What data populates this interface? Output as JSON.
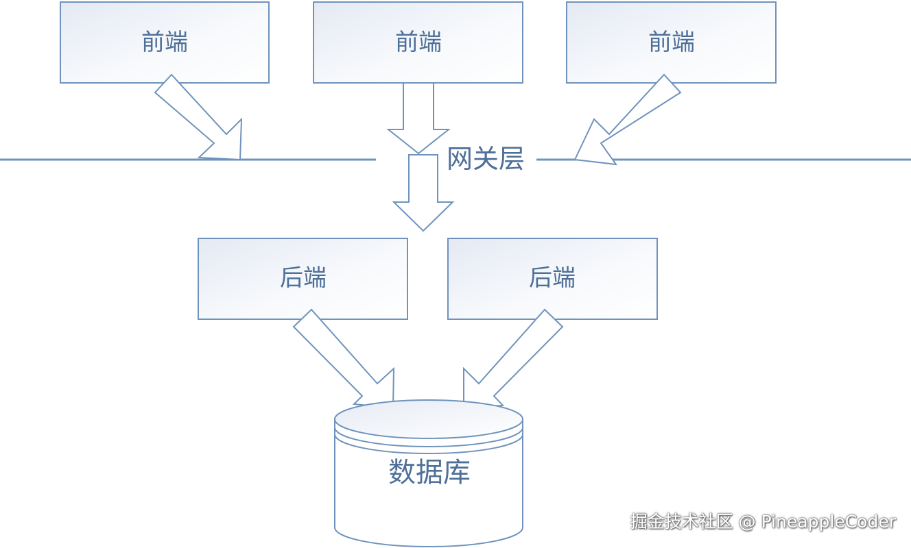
{
  "diagram": {
    "frontends": [
      {
        "label": "前端"
      },
      {
        "label": "前端"
      },
      {
        "label": "前端"
      }
    ],
    "gateway": {
      "label": "网关层"
    },
    "backends": [
      {
        "label": "后端"
      },
      {
        "label": "后端"
      }
    ],
    "database": {
      "label": "数据库"
    }
  },
  "watermark": {
    "text": "掘金技术社区 @ PineappleCoder"
  },
  "colors": {
    "stroke": "#6f93bd",
    "text": "#4d6f98",
    "box_fill_start": "#e6ebf4",
    "box_fill_end": "#ffffff"
  }
}
